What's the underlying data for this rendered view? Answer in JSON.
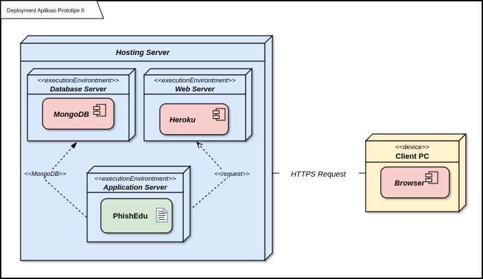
{
  "colors": {
    "node_blue": "#dae8fc",
    "component_pink": "#f8cecc",
    "component_green": "#d5e8d4",
    "device_yellow": "#fff2cc",
    "white": "#ffffff",
    "stroke": "#000000",
    "doc_icon_blue": "#6c8ebf",
    "doc_icon_lines": "#666666"
  },
  "title_tab": {
    "label": "Deployment Aplikasi Prototipe II"
  },
  "hosting_server": {
    "title": "Hosting Server",
    "database_server": {
      "stereotype": "<<executionEnvirontment>>",
      "name": "Database Server",
      "component": "MongoDB"
    },
    "web_server": {
      "stereotype": "<<executionEnvirontment>>",
      "name": "Web Server",
      "component": "Heroku"
    },
    "application_server": {
      "stereotype": "<<executionEnvirontment>>",
      "name": "Application Server",
      "component": "PhishEdu"
    }
  },
  "client_pc": {
    "stereotype": "<<device>>",
    "name": "Client PC",
    "component": "Browser"
  },
  "edges": {
    "mongodb_label": "<<MongoDB>>",
    "request_label": "<<request>>",
    "https_label": "HTTPS Request"
  }
}
